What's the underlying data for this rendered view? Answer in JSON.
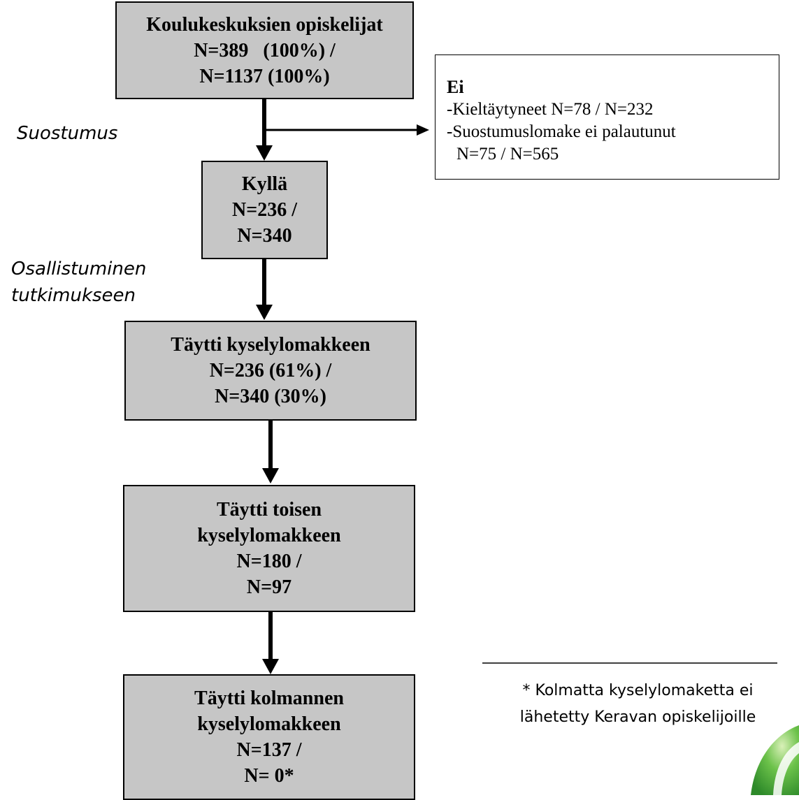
{
  "flow": {
    "start": {
      "line1": "Koulukeskuksien opiskelijat",
      "line2": "N=389   (100%) /",
      "line3": "N=1137 (100%)"
    },
    "consent_label": "Suostumus",
    "yes": {
      "line1": "Kyllä",
      "line2": "N=236 /",
      "line3": "N=340"
    },
    "no": {
      "title": "Ei",
      "line1": "-Kieltäytyneet N=78 / N=232",
      "line2": "-Suostumuslomake ei palautunut",
      "line3": "N=75 / N=565"
    },
    "participation_label": {
      "line1": "Osallistuminen",
      "line2": "tutkimukseen"
    },
    "survey1": {
      "line1": "Täytti kyselylomakkeen",
      "line2": "N=236 (61%) /",
      "line3": "N=340 (30%)"
    },
    "survey2": {
      "line1": "Täytti toisen",
      "line2": "kyselylomakkeen",
      "line3": "N=180 /",
      "line4": "N=97"
    },
    "survey3": {
      "line1": "Täytti kolmannen",
      "line2": "kyselylomakkeen",
      "line3": "N=137 /",
      "line4": "N= 0*"
    }
  },
  "footnote": {
    "line1": "* Kolmatta kyselylomaketta ei",
    "line2": "lähetetty Keravan opiskelijoille"
  },
  "colors": {
    "box_fill": "#c6c6c6",
    "logo_green": "#3aa635"
  }
}
